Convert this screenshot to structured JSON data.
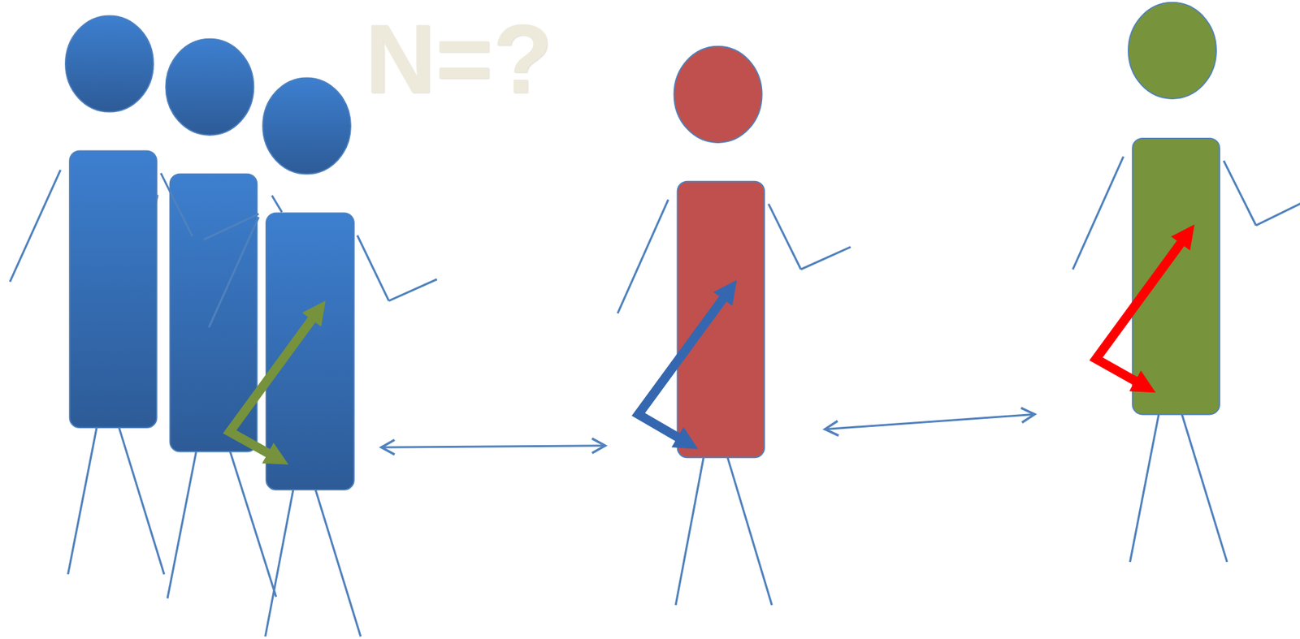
{
  "diagram": {
    "nodes": [
      {
        "text": [
          "N=?"
        ]
      },
      {
        "text": []
      },
      {
        "text": []
      }
    ],
    "edges": [
      {
        "from": 0,
        "to": 1,
        "arrow": "both"
      },
      {
        "from": 1,
        "to": 2,
        "arrow": "both"
      }
    ]
  }
}
